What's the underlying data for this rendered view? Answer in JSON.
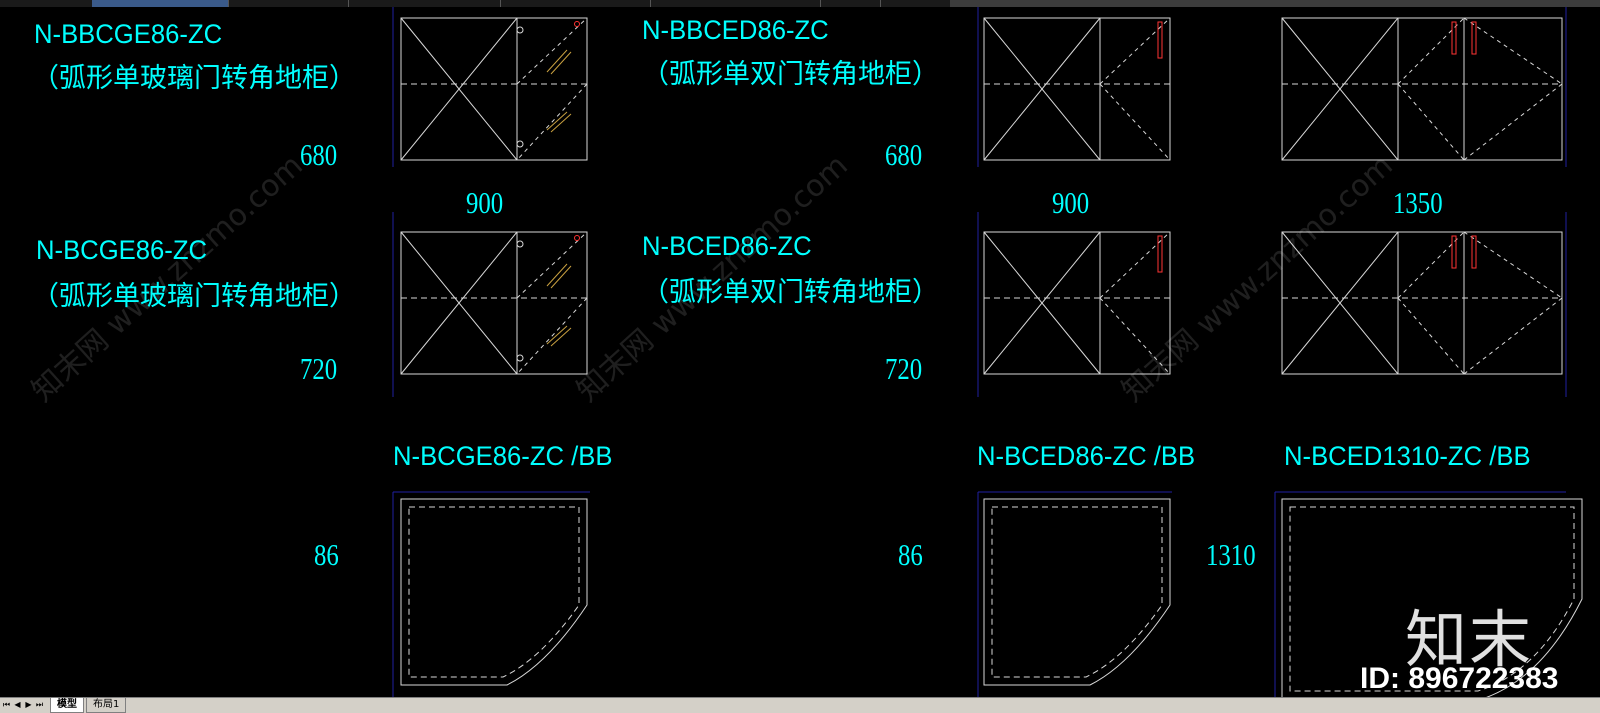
{
  "app": {
    "bottom_tabs": [
      "模型",
      "布局1"
    ],
    "nav_buttons": [
      "⏮",
      "◀",
      "▶",
      "⏭"
    ]
  },
  "drawing": {
    "labels": [
      {
        "id": "code-1",
        "text": "N-BBCGE86-ZC"
      },
      {
        "id": "desc-1",
        "text": "（弧形单玻璃门转角地柜）"
      },
      {
        "id": "dim-680-a",
        "text": "680"
      },
      {
        "id": "dim-900-a",
        "text": "900"
      },
      {
        "id": "code-2",
        "text": "N-BBCED86-ZC"
      },
      {
        "id": "desc-2",
        "text": "（弧形单双门转角地柜）"
      },
      {
        "id": "dim-680-b",
        "text": "680"
      },
      {
        "id": "dim-900-b",
        "text": "900"
      },
      {
        "id": "dim-1350",
        "text": "1350"
      },
      {
        "id": "code-3",
        "text": "N-BCGE86-ZC"
      },
      {
        "id": "desc-3",
        "text": "（弧形单玻璃门转角地柜）"
      },
      {
        "id": "dim-720-a",
        "text": "720"
      },
      {
        "id": "code-4",
        "text": "N-BCED86-ZC"
      },
      {
        "id": "desc-4",
        "text": "（弧形单双门转角地柜）"
      },
      {
        "id": "dim-720-b",
        "text": "720"
      },
      {
        "id": "plan-code-1",
        "text": "N-BCGE86-ZC   /BB"
      },
      {
        "id": "plan-code-2",
        "text": "N-BCED86-ZC   /BB"
      },
      {
        "id": "plan-code-3",
        "text": "N-BCED1310-ZC   /BB"
      },
      {
        "id": "dim-86-a",
        "text": "86"
      },
      {
        "id": "dim-86-b",
        "text": "86"
      },
      {
        "id": "dim-1310",
        "text": "1310"
      }
    ],
    "watermark_text": "知末网 www.znzmo.com",
    "logo_text": "知末",
    "id_text": "ID: 896722383"
  },
  "colors": {
    "background": "#000000",
    "annotation": "#00ffff",
    "linework": "#d8d8d8",
    "hinge": "#ff3333",
    "glass": "#c8a040",
    "boundary": "#2020a0"
  }
}
